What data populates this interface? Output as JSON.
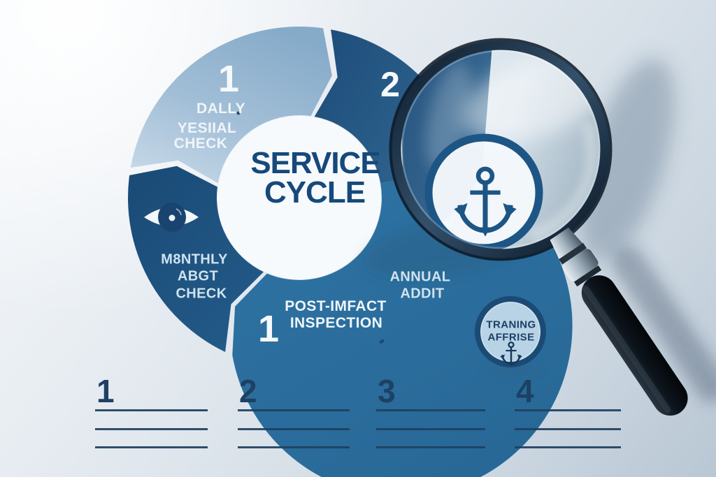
{
  "colors": {
    "navy": "#1e4f7d",
    "deep_navy": "#1a4a76",
    "teal": "#2e73a4",
    "light_blue": "#9cbbd6",
    "ink_lines": "#1e4061",
    "badge_fill": "#b7d3e5",
    "paper": "#dfe7ee",
    "title_text": "#16497b"
  },
  "cycle": {
    "title_lines": [
      "SERVICE",
      "CYCLE"
    ],
    "segments": {
      "daily": {
        "number": "1",
        "lines": [
          "DALLY",
          "YESIIAL",
          "CHECK"
        ]
      },
      "audit": {
        "number": "2",
        "lines": []
      },
      "annual": {
        "number": "",
        "lines": [
          "ANNUAL",
          "ADDIT"
        ]
      },
      "post_impact": {
        "number": "1",
        "lines": [
          "POST-IMFACT",
          "INSPECTION"
        ]
      },
      "monthly": {
        "number": "",
        "lines": [
          "M8NTHLY",
          "ABGT",
          "CHECK"
        ]
      }
    }
  },
  "badge": {
    "lines": [
      "TRANING",
      "AFFRISE"
    ],
    "icon": "anchor-icon"
  },
  "magnifier": {
    "lens_icon": "anchor-icon"
  },
  "eye": {
    "icon": "eye-icon"
  },
  "footer": {
    "columns": [
      {
        "number": "1",
        "line_count": 3
      },
      {
        "number": "2",
        "line_count": 3
      },
      {
        "number": "3",
        "line_count": 3
      },
      {
        "number": "4",
        "line_count": 3
      }
    ]
  }
}
